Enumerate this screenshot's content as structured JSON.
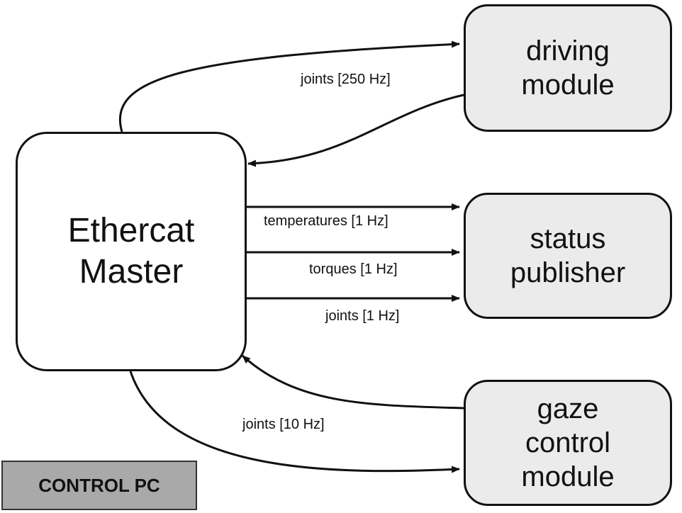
{
  "nodes": {
    "master": {
      "line1": "Ethercat",
      "line2": "Master"
    },
    "driving": {
      "line1": "driving",
      "line2": "module"
    },
    "status": {
      "line1": "status",
      "line2": "publisher"
    },
    "gaze": {
      "line1": "gaze",
      "line2": "control",
      "line3": "module"
    }
  },
  "edges": {
    "joints_250": "joints [250 Hz]",
    "temperatures_1": "temperatures [1 Hz]",
    "torques_1": "torques [1 Hz]",
    "joints_1": "joints [1 Hz]",
    "joints_10": "joints [10 Hz]"
  },
  "container": {
    "label": "CONTROL PC",
    "fill_color": "#a9a9a9"
  },
  "colors": {
    "module_fill": "#ebebeb",
    "stroke": "#111111"
  }
}
